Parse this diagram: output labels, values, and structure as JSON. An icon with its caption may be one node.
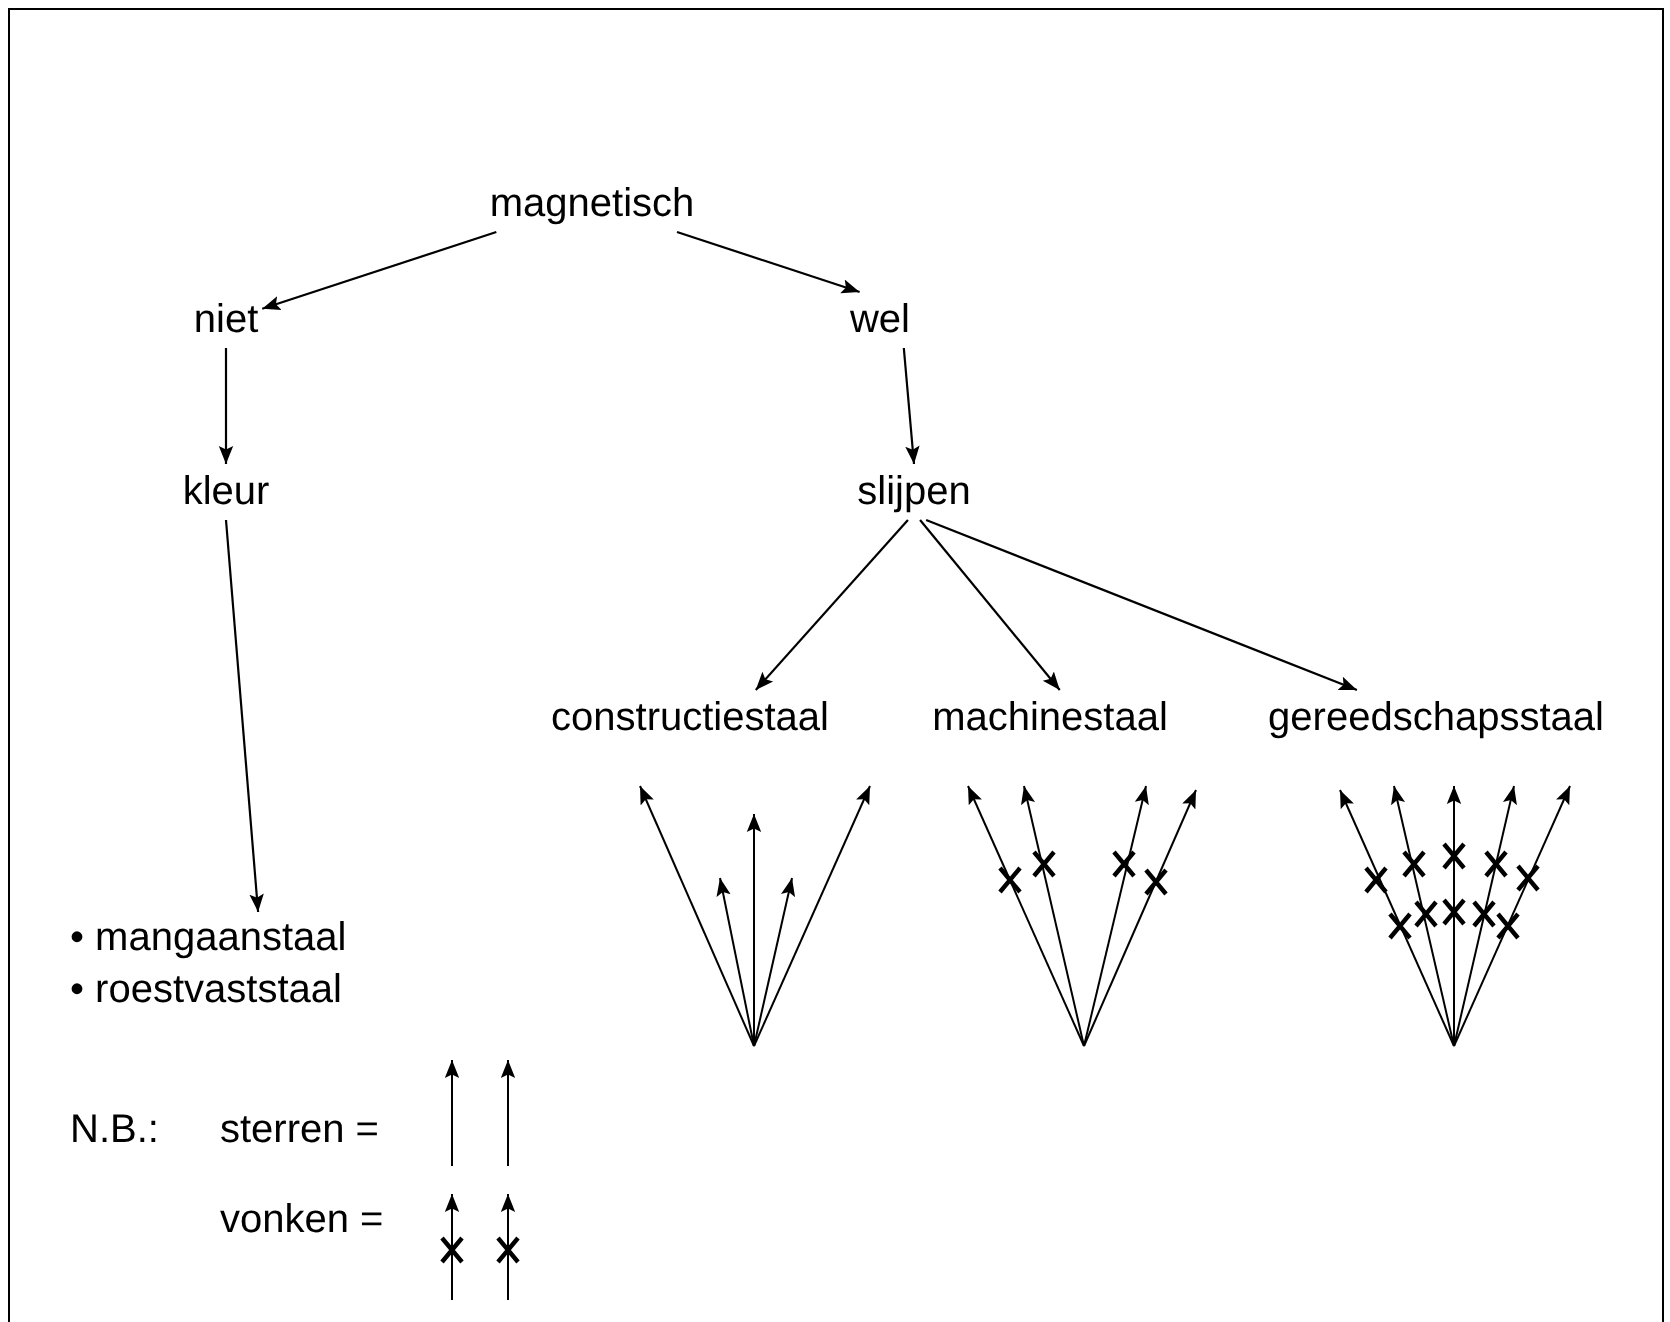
{
  "diagram": {
    "nodes": [
      {
        "text": [
          "magnetisch"
        ]
      },
      {
        "text": [
          "niet"
        ]
      },
      {
        "text": [
          "wel"
        ]
      },
      {
        "text": [
          "kleur"
        ]
      },
      {
        "text": [
          "slijpen"
        ]
      },
      {
        "text": [
          "constructiestaal"
        ]
      },
      {
        "text": [
          "machinestaal"
        ]
      },
      {
        "text": [
          "gereedschapsstaal"
        ]
      },
      {
        "text": [
          "• mangaanstaal",
          "• roestvaststaal"
        ]
      }
    ],
    "edges": [
      {
        "from": 0,
        "to": 1,
        "arrow": "to"
      },
      {
        "from": 0,
        "to": 2,
        "arrow": "to"
      },
      {
        "from": 1,
        "to": 3,
        "arrow": "to"
      },
      {
        "from": 2,
        "to": 4,
        "arrow": "to"
      },
      {
        "from": 3,
        "to": 8,
        "arrow": "to"
      },
      {
        "from": 4,
        "to": 5,
        "arrow": "to"
      },
      {
        "from": 4,
        "to": 6,
        "arrow": "to"
      },
      {
        "from": 4,
        "to": 7,
        "arrow": "to"
      }
    ],
    "labels": [
      "N.B.:",
      "sterren =",
      "vonken ="
    ]
  }
}
